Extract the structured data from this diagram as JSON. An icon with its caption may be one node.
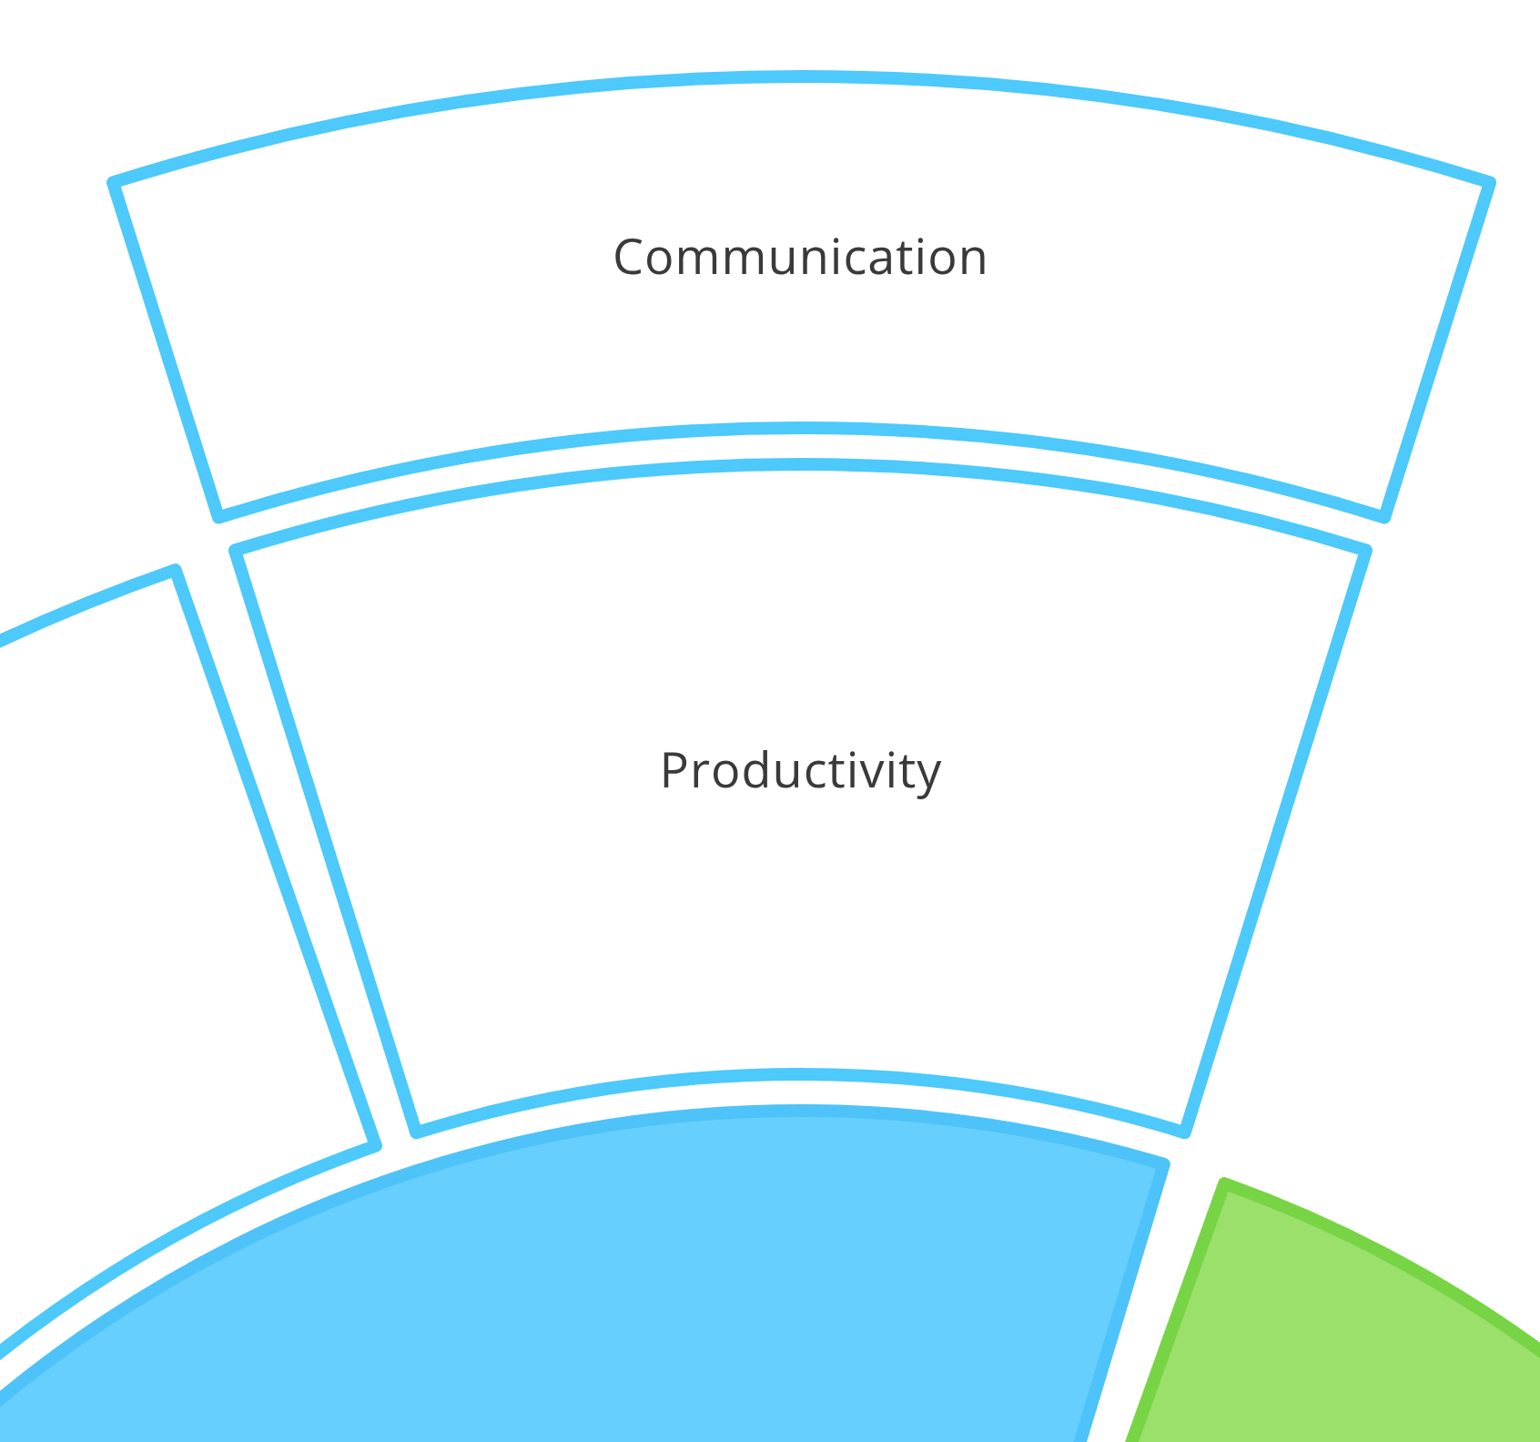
{
  "diagram": {
    "nodes": [
      {
        "text": [
          "Communication"
        ]
      },
      {
        "text": [
          "Productivity"
        ]
      },
      {
        "text": [],
        "shape": "box"
      },
      {
        "text": [],
        "shape": "box"
      },
      {
        "text": [],
        "shape": "box"
      }
    ]
  }
}
